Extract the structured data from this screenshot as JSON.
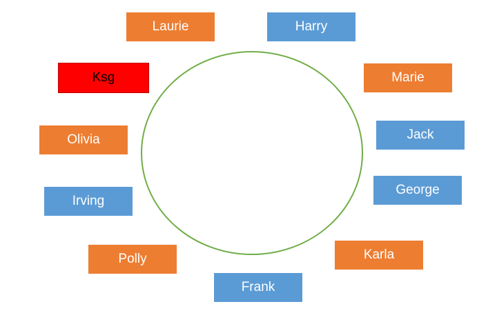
{
  "colors": {
    "orange": "#ed7d31",
    "blue": "#5b9bd5",
    "red": "#ff0000",
    "circle_stroke": "#70ad47"
  },
  "people": [
    {
      "name": "Laurie",
      "color": "orange"
    },
    {
      "name": "Harry",
      "color": "blue"
    },
    {
      "name": "Ksg",
      "color": "red"
    },
    {
      "name": "Marie",
      "color": "orange"
    },
    {
      "name": "Jack",
      "color": "blue"
    },
    {
      "name": "Olivia",
      "color": "orange"
    },
    {
      "name": "George",
      "color": "blue"
    },
    {
      "name": "Irving",
      "color": "blue"
    },
    {
      "name": "Karla",
      "color": "orange"
    },
    {
      "name": "Polly",
      "color": "orange"
    },
    {
      "name": "Frank",
      "color": "blue"
    }
  ]
}
